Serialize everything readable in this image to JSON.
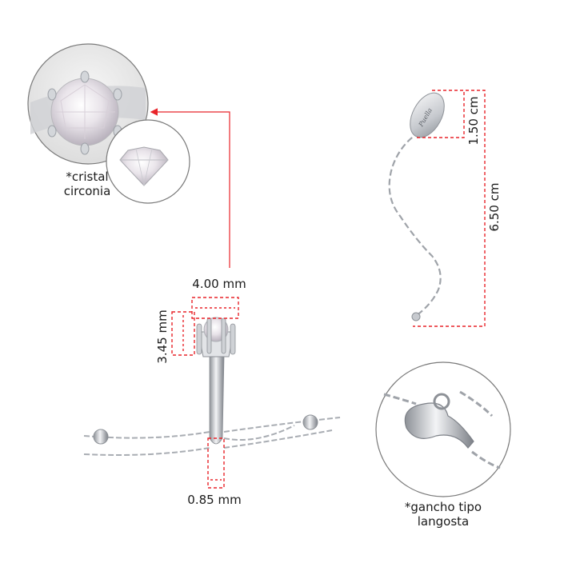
{
  "labels": {
    "crystal_line1": "*cristal",
    "crystal_line2": "circonia",
    "clasp_line1": "*gancho tipo",
    "clasp_line2": "langosta",
    "pendant_text": "Puella"
  },
  "dimensions": {
    "stone_width": "4.00 mm",
    "stone_height": "3.45 mm",
    "band_width": "0.85 mm",
    "charm_length": "1.50 cm",
    "extender_length": "6.50 cm"
  },
  "colors": {
    "dimension_line": "#e8242a",
    "metal": "#c9ccd1",
    "circle_border": "#7a7a7a",
    "text": "#1a1a1a"
  }
}
